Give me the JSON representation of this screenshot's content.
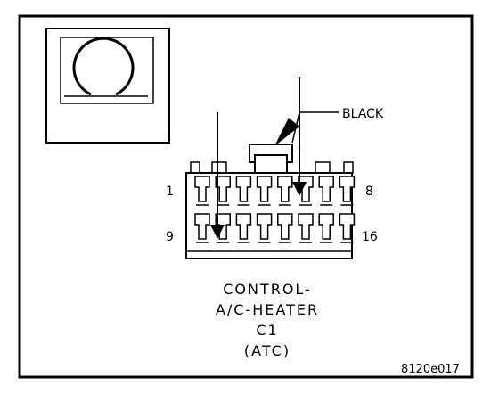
{
  "callout": {
    "color_label": "BLACK"
  },
  "connector": {
    "pin_start_top": "1",
    "pin_end_top": "8",
    "pin_start_bottom": "9",
    "pin_end_bottom": "16"
  },
  "caption": {
    "line1": "CONTROL-",
    "line2": "A/C-HEATER",
    "line3": "C1",
    "line4": "(ATC)"
  },
  "figure_id": "8120e017"
}
